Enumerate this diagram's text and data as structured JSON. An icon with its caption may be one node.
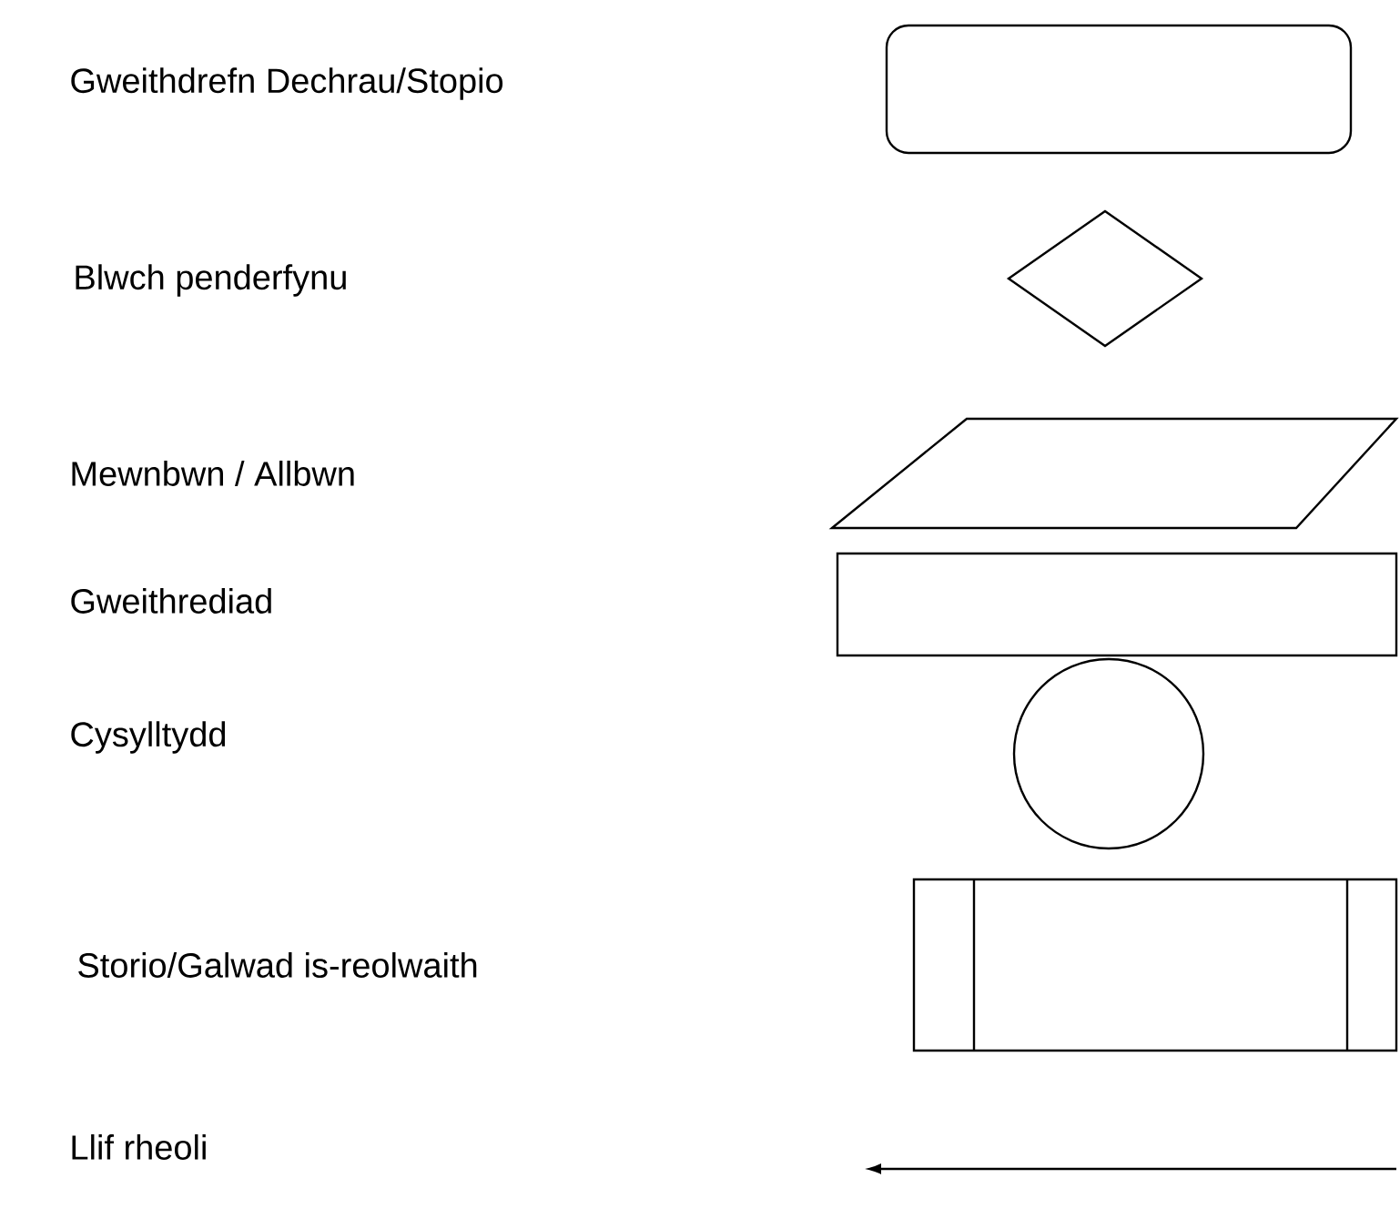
{
  "diagram": {
    "nodes": [
      {
        "text": [],
        "shape": "rounded"
      },
      {
        "text": [],
        "shape": "diamond"
      },
      {
        "text": [],
        "shape": "parallelogram"
      },
      {
        "text": [],
        "shape": "box"
      },
      {
        "text": [],
        "shape": "circle"
      },
      {
        "text": [],
        "shape": "subroutine"
      },
      {
        "text": [],
        "shape": "arrow"
      }
    ],
    "labels": [
      "Gweithdrefn Dechrau/Stopio",
      "Blwch penderfynu",
      "Mewnbwn / Allbwn",
      "Gweithrediad",
      "Cysylltydd",
      "Storio/Galwad is-reolwaith",
      "Llif rheoli"
    ]
  }
}
